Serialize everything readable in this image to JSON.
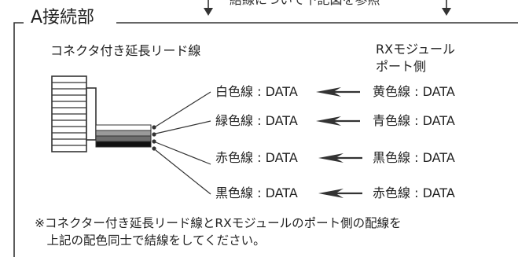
{
  "top_note": "結線について下記図を参照",
  "section_title": "A接続部",
  "left_caption": "コネクタ付き延長リード線",
  "right_caption": "RXモジュール\nポート側",
  "rows": [
    {
      "left": "白色線 : DATA",
      "right": "黄色線 : DATA"
    },
    {
      "left": "緑色線 : DATA",
      "right": "青色線 : DATA"
    },
    {
      "left": "赤色線 : DATA",
      "right": "黒色線 : DATA"
    },
    {
      "left": "黒色線 : DATA",
      "right": "赤色線 : DATA"
    }
  ],
  "note": "※コネクター付き延長リード線とRXモジュールのポート側の配線を\n　上記の配色同士で結線をしてください。",
  "colors": {
    "line": "#333333",
    "wire_white": "#ffffff",
    "wire_green": "#9a9a9a",
    "wire_red": "#6e6e6e",
    "wire_black": "#111111"
  }
}
